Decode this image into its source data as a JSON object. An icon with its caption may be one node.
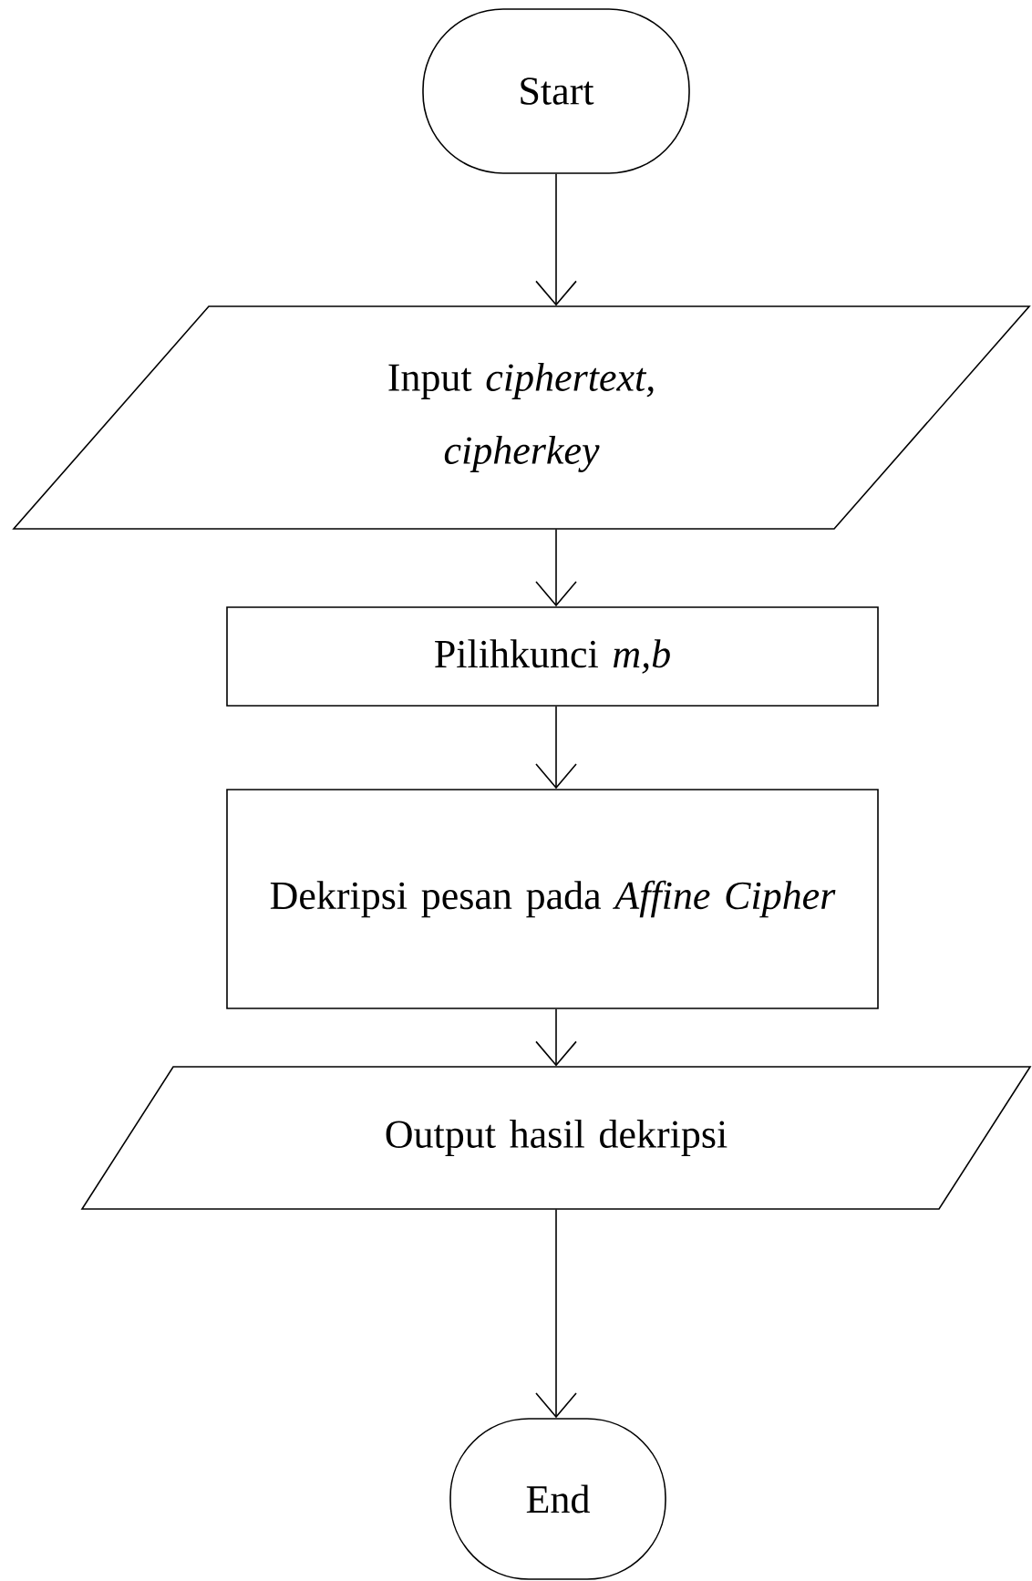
{
  "diagram": {
    "nodes": [
      {
        "text": [
          "Start"
        ]
      },
      {
        "text": [
          "Input *ciphertext, cipherkey*"
        ]
      },
      {
        "text": [
          "Pilihkunci *m,b*"
        ]
      },
      {
        "text": [
          "Dekripsi pesan pada *Affine Cipher*"
        ]
      },
      {
        "text": [
          "Output hasil dekripsi"
        ]
      },
      {
        "text": [
          "End"
        ]
      }
    ],
    "edges": [
      {
        "from": 0,
        "to": 1,
        "arrow": "to"
      },
      {
        "from": 1,
        "to": 2,
        "arrow": "to"
      },
      {
        "from": 2,
        "to": 3,
        "arrow": "to"
      },
      {
        "from": 3,
        "to": 4,
        "arrow": "to"
      },
      {
        "from": 4,
        "to": 5,
        "arrow": "to"
      }
    ]
  }
}
